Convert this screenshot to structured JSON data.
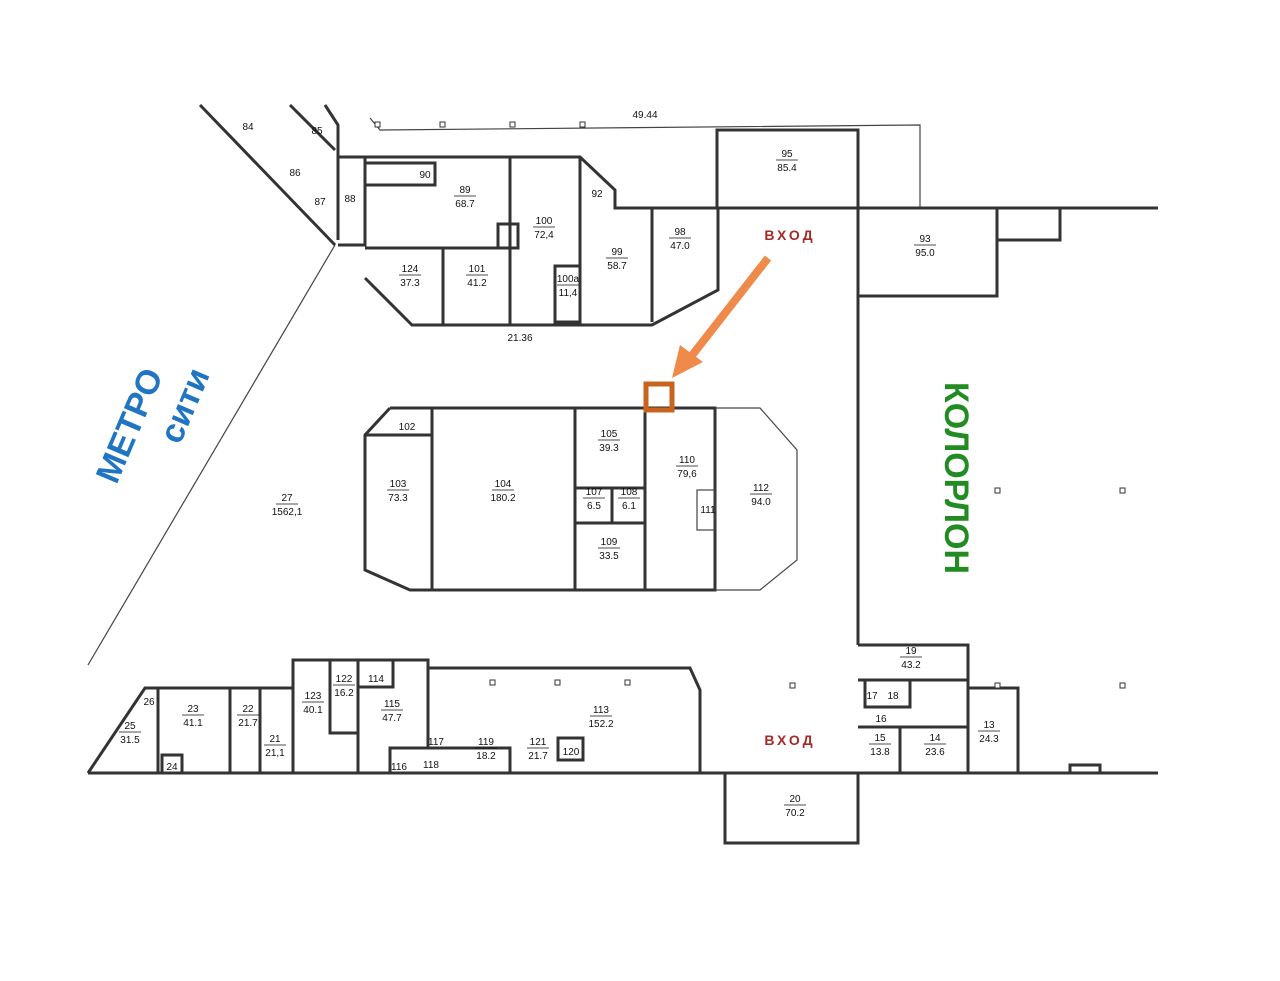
{
  "colors": {
    "entry": "#a52a2a",
    "metro": "#1f74c4",
    "kolorlon": "#228b22",
    "arrow": "#f08a4b",
    "marker": "#c8641e"
  },
  "labels": {
    "metro_line1": "МЕТРО",
    "metro_line2": "сити",
    "kolorlon": "КОЛОРЛОН",
    "entry_top": "ВХОД",
    "entry_bottom": "ВХОД",
    "dim_top": "49.44",
    "dim_mid": "21.36"
  },
  "rooms": {
    "r84": {
      "num": "84"
    },
    "r85": {
      "num": "85"
    },
    "r86": {
      "num": "86"
    },
    "r87": {
      "num": "87"
    },
    "r88": {
      "num": "88"
    },
    "r90": {
      "num": "90"
    },
    "r92": {
      "num": "92"
    },
    "r89": {
      "num": "89",
      "area": "68.7"
    },
    "r100": {
      "num": "100",
      "area": "72,4"
    },
    "r100a": {
      "num": "100a",
      "area": "11,4"
    },
    "r99": {
      "num": "99",
      "area": "58.7"
    },
    "r98": {
      "num": "98",
      "area": "47.0"
    },
    "r95": {
      "num": "95",
      "area": "85.4"
    },
    "r93": {
      "num": "93",
      "area": "95.0"
    },
    "r124": {
      "num": "124",
      "area": "37.3"
    },
    "r101": {
      "num": "101",
      "area": "41.2"
    },
    "r27": {
      "num": "27",
      "area": "1562,1"
    },
    "r102": {
      "num": "102"
    },
    "r103": {
      "num": "103",
      "area": "73.3"
    },
    "r104": {
      "num": "104",
      "area": "180.2"
    },
    "r105": {
      "num": "105",
      "area": "39.3"
    },
    "r107": {
      "num": "107",
      "area": "6.5"
    },
    "r108": {
      "num": "108",
      "area": "6.1"
    },
    "r109": {
      "num": "109",
      "area": "33.5"
    },
    "r110": {
      "num": "110",
      "area": "79,6"
    },
    "r111": {
      "num": "111"
    },
    "r112": {
      "num": "112",
      "area": "94.0"
    },
    "r26": {
      "num": "26"
    },
    "r25": {
      "num": "25",
      "area": "31.5"
    },
    "r24": {
      "num": "24"
    },
    "r23": {
      "num": "23",
      "area": "41.1"
    },
    "r22": {
      "num": "22",
      "area": "21.7"
    },
    "r21": {
      "num": "21",
      "area": "21,1"
    },
    "r123": {
      "num": "123",
      "area": "40.1"
    },
    "r122": {
      "num": "122",
      "area": "16.2"
    },
    "r114": {
      "num": "114"
    },
    "r115": {
      "num": "115",
      "area": "47.7"
    },
    "r113": {
      "num": "113",
      "area": "152.2"
    },
    "r117": {
      "num": "117"
    },
    "r116": {
      "num": "116"
    },
    "r118": {
      "num": "118"
    },
    "r119": {
      "num": "119",
      "area": "18.2"
    },
    "r121": {
      "num": "121",
      "area": "21.7"
    },
    "r120": {
      "num": "120"
    },
    "r19": {
      "num": "19",
      "area": "43.2"
    },
    "r17": {
      "num": "17"
    },
    "r18": {
      "num": "18"
    },
    "r16": {
      "num": "16"
    },
    "r15": {
      "num": "15",
      "area": "13.8"
    },
    "r14": {
      "num": "14",
      "area": "23.6"
    },
    "r13": {
      "num": "13",
      "area": "24.3"
    },
    "r20": {
      "num": "20",
      "area": "70.2"
    }
  }
}
